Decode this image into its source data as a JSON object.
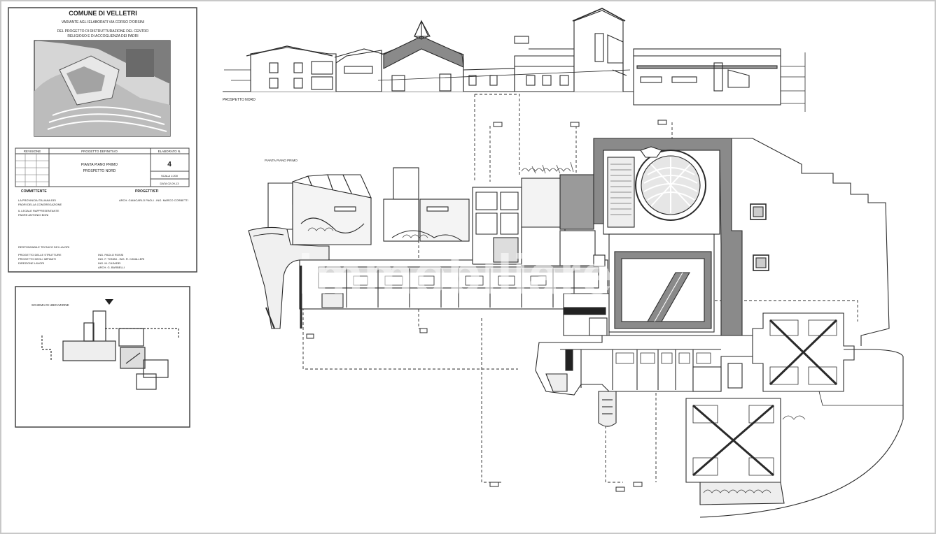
{
  "title_block": {
    "municipality": "COMUNE DI VELLETRI",
    "subtitle": "VARIANTE AGLI ELABORATI VIA CORSO D'ORSINI",
    "project_line1": "DEL PROGETTO DI RISTRUTTURAZIONE DEL CENTRO",
    "project_line2": "RELIGIOSO E DI ACCOGLIENZA DEI PADRI",
    "table_head": [
      "REVISIONE",
      "PROGETTO DEFINITIVO",
      "ELABORATO N."
    ],
    "drawing_name_line1": "PIANTA PIANO PRIMO",
    "drawing_name_line2": "PROSPETTO NORD",
    "sheet_number": "4",
    "scale_label": "SCALA 1:200",
    "date_label": "DATA 02-09-13",
    "client_label": "COMMITTENTE",
    "designer_label": "PROGETTISTI",
    "client_lines": [
      "LA PROVINCIA ITALIANA DEI",
      "PADRI DELLA CONGREGAZIONE",
      "IL LEGALE RAPPRESENTANTE",
      "PADRE ANTONIO BONI"
    ],
    "designer_lines": [
      "ARCH. GIANCARLO PAOLI - ING. MARCO CORBETTI"
    ],
    "lower_lines_left": [
      "RESPONSABILE TECNICO DEI LAVORI",
      "PROGETTO DELLE STRUTTURE",
      "PROGETTO DEGLI IMPIANTI",
      "DIREZIONE LAVORI"
    ],
    "lower_lines_right": [
      "ING. PAOLO ROSSI",
      "ING. F. TONINI - ING. R. CAVALLERI",
      "ING. M. CASADEI",
      "ARCH. G. BARBELLI"
    ]
  },
  "locator": {
    "label": "SCHEMA DI UBICAZIONE"
  },
  "elevation": {
    "label": "PROSPETTO NORD"
  },
  "plan": {
    "label": "PIANTA PIANO PRIMO"
  },
  "watermark": {
    "text": "immobiliare"
  },
  "colors": {
    "line": "#2a2a2a",
    "wall_fill": "#8a8a8a",
    "light_fill": "#e4e4e4",
    "frame": "#bdbdbd",
    "paper": "#ffffff"
  }
}
